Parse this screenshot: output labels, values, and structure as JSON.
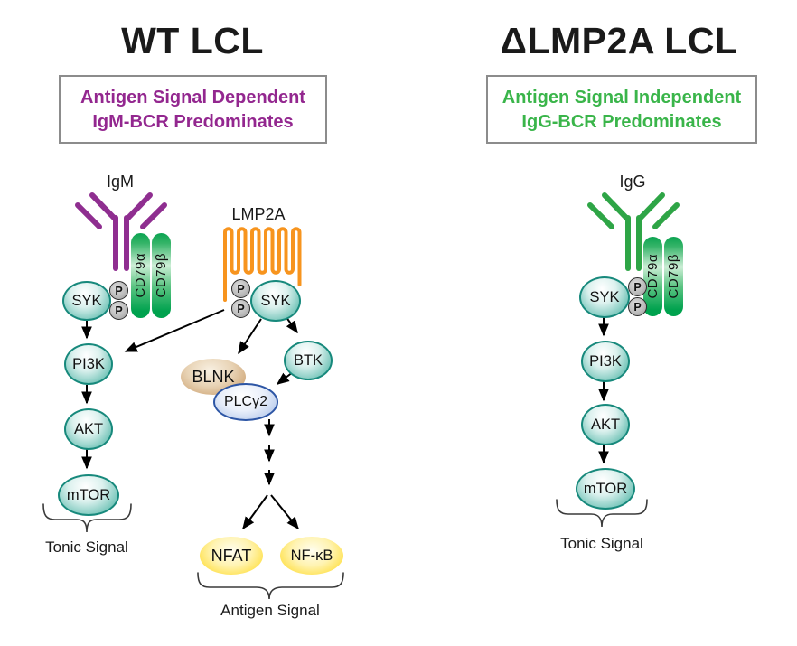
{
  "figure": {
    "left_panel": {
      "title": "WT LCL",
      "subtitle_line1": "Antigen Signal Dependent",
      "subtitle_line2": "IgM-BCR Predominates",
      "antibody_label": "IgM",
      "coreceptor_alpha": "CD79α",
      "coreceptor_beta": "CD79β",
      "nodes": {
        "syk": "SYK",
        "pi3k": "PI3K",
        "akt": "AKT",
        "mtor": "mTOR"
      },
      "bracket_label": "Tonic Signal"
    },
    "center_panel": {
      "membrane_protein_label": "LMP2A",
      "nodes": {
        "syk": "SYK",
        "blnk": "BLNK",
        "btk": "BTK",
        "plcg2": "PLCγ2",
        "nfat": "NFAT",
        "nfkb": "NF-κB"
      },
      "bracket_label": "Antigen Signal"
    },
    "right_panel": {
      "title": "ΔLMP2A LCL",
      "subtitle_line1": "Antigen Signal Independent",
      "subtitle_line2": "IgG-BCR Predominates",
      "antibody_label": "IgG",
      "coreceptor_alpha": "CD79α",
      "coreceptor_beta": "CD79β",
      "nodes": {
        "syk": "SYK",
        "pi3k": "PI3K",
        "akt": "AKT",
        "mtor": "mTOR"
      },
      "bracket_label": "Tonic Signal"
    },
    "phospho_label": "P",
    "colors": {
      "igm_purple": "#8F2E90",
      "igg_green": "#2EA546",
      "receptor_green": "#00A24E",
      "kinase_teal": "#2FA89B",
      "lmp2a_orange": "#F7941E",
      "tf_yellow": "#F0C414",
      "plc_blue": "#2D56A5",
      "blnk_tan": "#BF8F62",
      "subtitle_purple": "#93278F",
      "subtitle_green": "#3AB54A"
    }
  }
}
